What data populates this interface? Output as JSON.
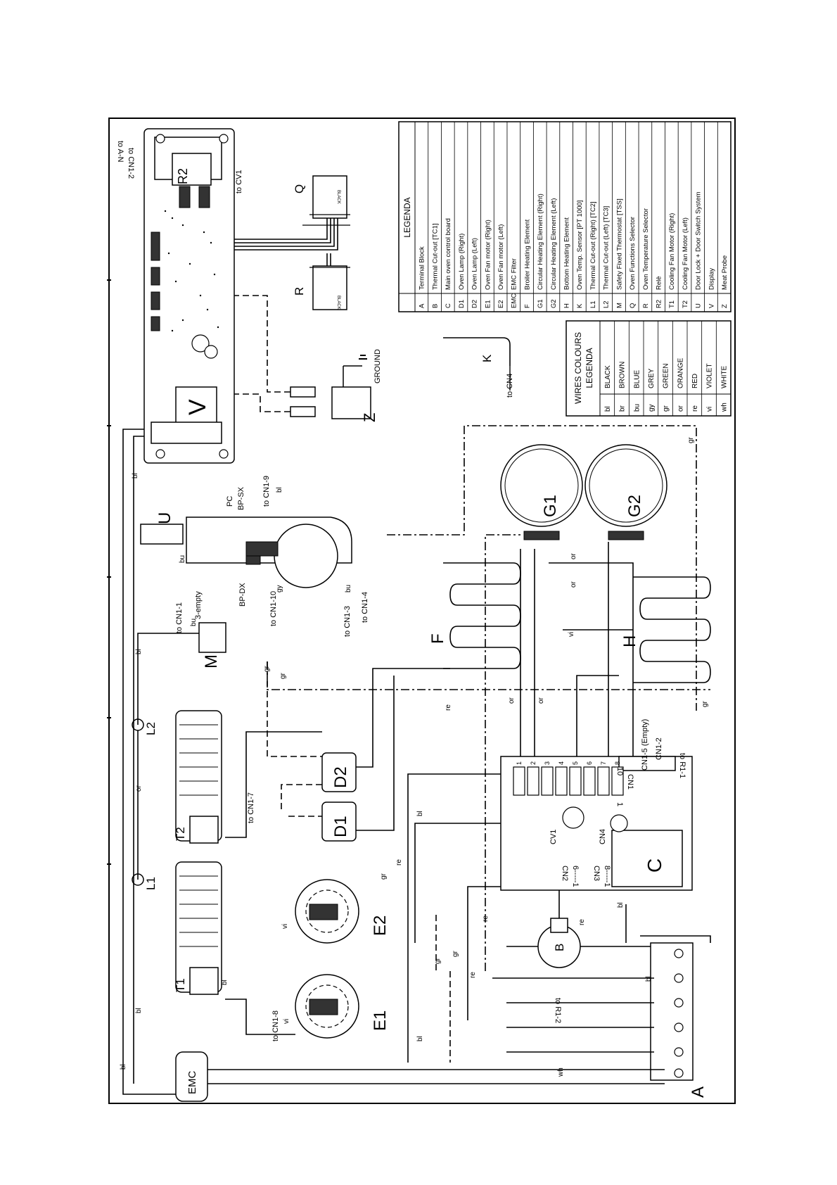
{
  "legend": {
    "title": "LEGENDA",
    "rows": [
      {
        "code": "A",
        "desc": "Terminal Block"
      },
      {
        "code": "B",
        "desc": "Thermal Cut-out [TC1]"
      },
      {
        "code": "C",
        "desc": "Main oven control board"
      },
      {
        "code": "D1",
        "desc": "Oven Lamp (Right)"
      },
      {
        "code": "D2",
        "desc": "Oven Lamp (Left)"
      },
      {
        "code": "E1",
        "desc": "Oven Fan motor (Right)"
      },
      {
        "code": "E2",
        "desc": "Oven Fan motor (Left)"
      },
      {
        "code": "EMC",
        "desc": "EMC Filter"
      },
      {
        "code": "F",
        "desc": "Broiler Heating Element"
      },
      {
        "code": "G1",
        "desc": "Circular Heating Element (Right)"
      },
      {
        "code": "G2",
        "desc": "Circular Heating Element (Left)"
      },
      {
        "code": "H",
        "desc": "Bottom Heating Element"
      },
      {
        "code": "K",
        "desc": "Oven Temp. Sensor [PT 1000]"
      },
      {
        "code": "L1",
        "desc": "Thermal Cut-out (Right) [TC2]"
      },
      {
        "code": "L2",
        "desc": "Thermal Cut-out (Left) [TC3]"
      },
      {
        "code": "M",
        "desc": "Safety Fixed Thermostat [TSS]"
      },
      {
        "code": "Q",
        "desc": "Oven Functions Selector"
      },
      {
        "code": "R",
        "desc": "Oven Temperature Selector"
      },
      {
        "code": "R2",
        "desc": "Relè"
      },
      {
        "code": "T1",
        "desc": "Cooling Fan Motor (Right)"
      },
      {
        "code": "T2",
        "desc": "Cooling Fan Motor (Left)"
      },
      {
        "code": "U",
        "desc": "Door Lock + Door Switch System"
      },
      {
        "code": "V",
        "desc": "Display"
      },
      {
        "code": "Z",
        "desc": "Meat Probe"
      }
    ]
  },
  "wires": {
    "title_line1": "WIRES COLOURS",
    "title_line2": "LEGENDA",
    "rows": [
      {
        "code": "bl",
        "name": "BLACK"
      },
      {
        "code": "br",
        "name": "BROWN"
      },
      {
        "code": "bu",
        "name": "BLUE"
      },
      {
        "code": "gy",
        "name": "GREY"
      },
      {
        "code": "gr",
        "name": "GREEN"
      },
      {
        "code": "or",
        "name": "ORANGE"
      },
      {
        "code": "re",
        "name": "RED"
      },
      {
        "code": "vi",
        "name": "VIOLET"
      },
      {
        "code": "wh",
        "name": "WHITE"
      }
    ]
  },
  "components": {
    "A": "A",
    "B": "B",
    "C": "C",
    "D1": "D1",
    "D2": "D2",
    "E1": "E1",
    "E2": "E2",
    "EMC": "EMC",
    "F": "F",
    "G1": "G1",
    "G2": "G2",
    "H": "H",
    "K": "K",
    "L1": "L1",
    "L2": "L2",
    "M": "M",
    "Q": "Q",
    "R": "R",
    "R2": "R2",
    "T1": "T1",
    "T2": "T2",
    "U": "U",
    "V": "V",
    "Z": "Z",
    "ground": "GROUND",
    "black_q": "BLACK",
    "black_r": "BLACK"
  },
  "connectors": {
    "to_an": "to A-N",
    "to_cn1_2": "to CN1-2",
    "to_cv1": "to CV1",
    "to_cn4": "to CN4",
    "to_cn1_9": "to CN1-9",
    "to_cn1_10": "to CN1-10",
    "to_cn1_1": "to CN1-1",
    "three_empty": "3-empty",
    "to_cn1_3": "to CN1-3",
    "to_cn1_4": "to CN1-4",
    "to_cn1_7": "to CN1-7",
    "to_cn1_8": "to CN1-8",
    "to_r1_2": "to R1-2",
    "to_r1_1": "to R1-1",
    "cn1_5": "CN1-5 (Empty)",
    "cn1_2": "CN1-2",
    "pc": "PC",
    "bp_sx": "BP-SX",
    "bp_dx": "BP-DX",
    "cv1": "CV1",
    "cn4": "CN4",
    "cn2": "CN2",
    "cn3": "CN3",
    "cn1": "CN1",
    "cn2_range": "6-----1",
    "cn3_range": "8-----1",
    "cn1_ten": "10",
    "cn1_one": "1",
    "relay_1": "1",
    "relay_2": "2",
    "relay_3": "3",
    "relay_4": "4",
    "relay_5": "5",
    "relay_6": "6",
    "relay_7": "7",
    "relay_8": "8"
  },
  "wire_marks": {
    "bl": "bl",
    "bu": "bu",
    "gy": "gy",
    "gr": "gr",
    "or": "or",
    "re": "re",
    "vi": "vi",
    "wh": "wh"
  }
}
